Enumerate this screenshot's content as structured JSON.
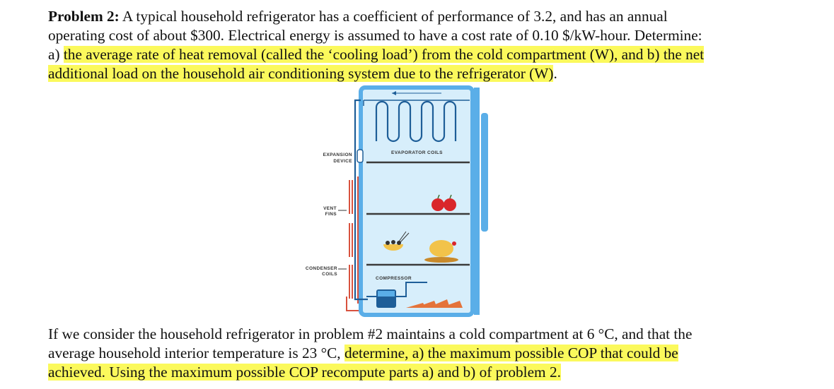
{
  "problem": {
    "heading": "Problem 2:",
    "line1_rest": " A typical household refrigerator has a coefficient of performance of 3.2, and has an annual",
    "line2": "operating cost of about $300.  Electrical energy is assumed to have a cost rate of 0.10 $/kW-hour.  Determine:",
    "line3_plain": "a) ",
    "line3_highlight": "the average rate of heat removal (called the ‘cooling load’) from the cold compartment (W), and b) the net",
    "line4_highlight": "additional load on the household air conditioning system due to the refrigerator (W)",
    "line4_end": "."
  },
  "figure": {
    "labels": {
      "evaporator": "EVAPORATOR COILS",
      "expansion_1": "EXPANSION",
      "expansion_2": "DEVICE",
      "vent_1": "VENT",
      "vent_2": "FINS",
      "condenser_1": "CONDENSER",
      "condenser_2": "COILS",
      "compressor": "COMPRESSOR"
    },
    "colors": {
      "frame": "#5aaee8",
      "interior": "#d7eefb",
      "shelf": "#3b3b3b",
      "coil": "#1e5e98",
      "condenser": "#d8523e",
      "apple": "#d9262b",
      "food": "#f2c34a"
    }
  },
  "followup": {
    "line1": "If we consider the household refrigerator in problem #2 maintains a cold compartment at 6 °C, and that the",
    "line2_plain": "average household interior temperature is 23 °C, ",
    "line2_highlight": "determine, a) the maximum possible COP that could be",
    "line3_highlight": "achieved.  Using the maximum possible COP recompute parts a) and b) of problem 2."
  }
}
